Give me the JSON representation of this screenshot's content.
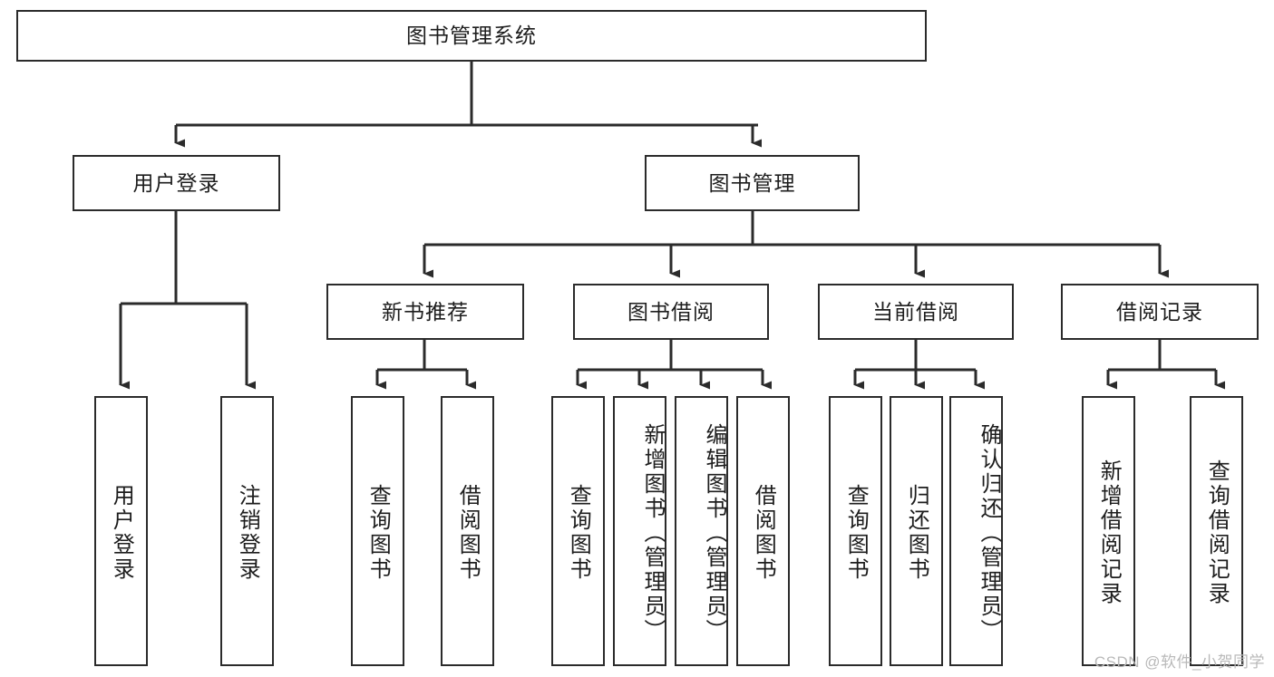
{
  "diagram": {
    "title": "图书管理系统",
    "type": "hierarchy-tree",
    "watermark": "CSDN @软件_小贺同学",
    "stroke_color": "#2b2b2b",
    "fill_color": "#ffffff",
    "watermark_color": "#b9b9b9"
  },
  "nodes": {
    "root": {
      "label": "图书管理系统"
    },
    "level2": [
      {
        "label": "用户登录"
      },
      {
        "label": "图书管理"
      }
    ],
    "level3": [
      {
        "label": "新书推荐"
      },
      {
        "label": "图书借阅"
      },
      {
        "label": "当前借阅"
      },
      {
        "label": "借阅记录"
      }
    ],
    "leaves": {
      "user_login": [
        {
          "label": "用户登录"
        },
        {
          "label": "注销登录"
        }
      ],
      "new_book_recommend": [
        {
          "label": "查询图书"
        },
        {
          "label": "借阅图书"
        }
      ],
      "book_borrow": [
        {
          "label": "查询图书"
        },
        {
          "label": "新增图书（管理员）"
        },
        {
          "label": "编辑图书（管理员）"
        },
        {
          "label": "借阅图书"
        }
      ],
      "current_borrow": [
        {
          "label": "查询图书"
        },
        {
          "label": "归还图书"
        },
        {
          "label": "确认归还（管理员）"
        }
      ],
      "borrow_record": [
        {
          "label": "新增借阅记录"
        },
        {
          "label": "查询借阅记录"
        }
      ]
    }
  }
}
